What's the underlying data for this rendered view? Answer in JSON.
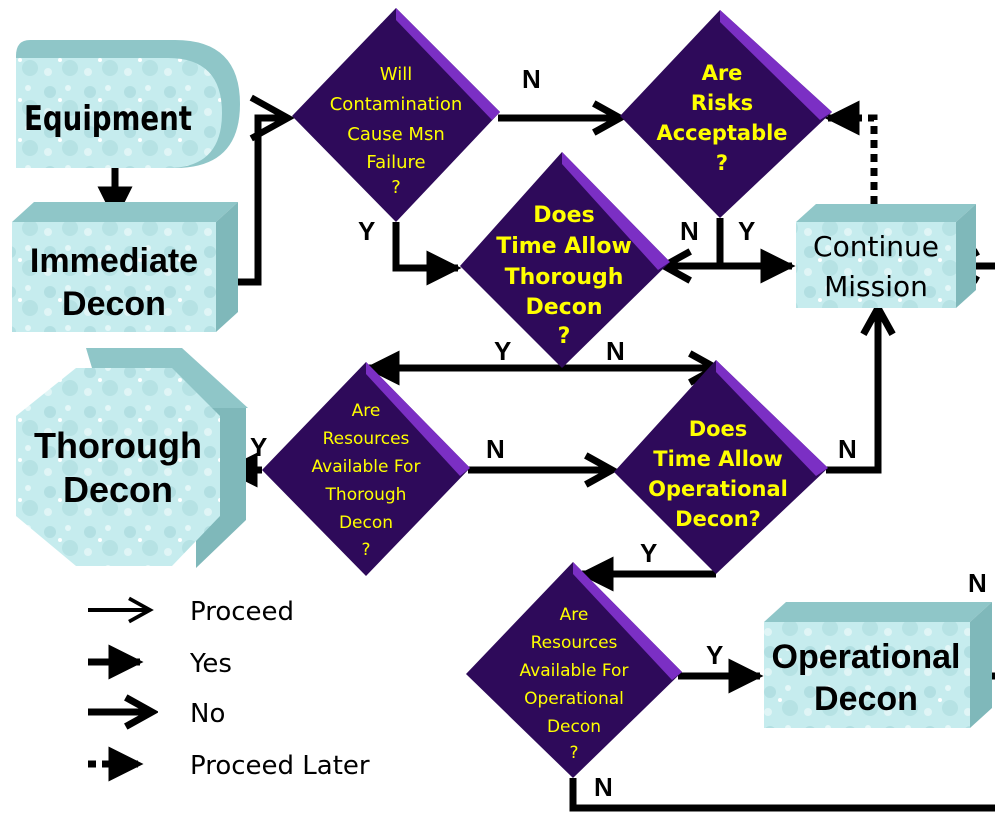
{
  "colors": {
    "box_face": "#c6ecee",
    "box_top": "#8fc6c8",
    "box_side": "#7fb8ba",
    "diamond_fill": "#2e0a5a",
    "diamond_edge": "#7b2fc4",
    "diamond_text": "#ffff00",
    "arrow": "#000000"
  },
  "boxes": {
    "equipment": "Equipment",
    "immediate_decon": [
      "Immediate",
      "Decon"
    ],
    "thorough_decon": [
      "Thorough",
      "Decon"
    ],
    "continue_mission": [
      "Continue",
      "Mission"
    ],
    "operational_decon": [
      "Operational",
      "Decon"
    ]
  },
  "decisions": {
    "contamination": [
      "Will",
      "Contamination",
      "Cause Msn",
      "Failure",
      "?"
    ],
    "risks": [
      "Are",
      "Risks",
      "Acceptable",
      "?"
    ],
    "time_thorough": [
      "Does",
      "Time Allow",
      "Thorough",
      "Decon",
      "?"
    ],
    "resources_thorough": [
      "Are",
      "Resources",
      "Available For",
      "Thorough",
      "Decon",
      "?"
    ],
    "time_operational": [
      "Does",
      "Time Allow",
      "Operational",
      "Decon?"
    ],
    "resources_operational": [
      "Are",
      "Resources",
      "Available For",
      "Operational",
      "Decon",
      "?"
    ]
  },
  "labels": {
    "yes": "Y",
    "no": "N"
  },
  "legend": [
    {
      "label": "Proceed",
      "style": "thin"
    },
    {
      "label": "Yes",
      "style": "filled"
    },
    {
      "label": "No",
      "style": "open"
    },
    {
      "label": "Proceed Later",
      "style": "dotted"
    }
  ]
}
